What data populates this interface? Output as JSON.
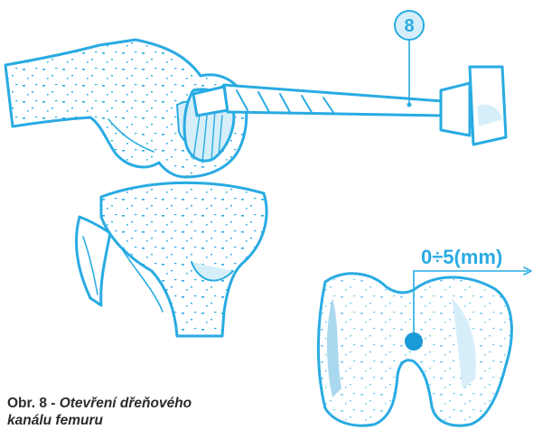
{
  "figure": {
    "callout_number": "8",
    "measurement_label": "0÷5(mm)",
    "colors": {
      "outline": "#29abe2",
      "fill_light": "#d6eef9",
      "fill_mid": "#a9d8ef",
      "marker": "#1a9ad6",
      "caption_text": "#2b2b2b"
    },
    "parts": [
      "femur",
      "tibia",
      "fibula",
      "patella",
      "drill",
      "femur-condyle-cross-section",
      "entry-point-marker"
    ]
  },
  "caption": {
    "number": "Obr. 8 - ",
    "line1": "Otevření dřeňového",
    "line2": "kanálu femuru"
  }
}
